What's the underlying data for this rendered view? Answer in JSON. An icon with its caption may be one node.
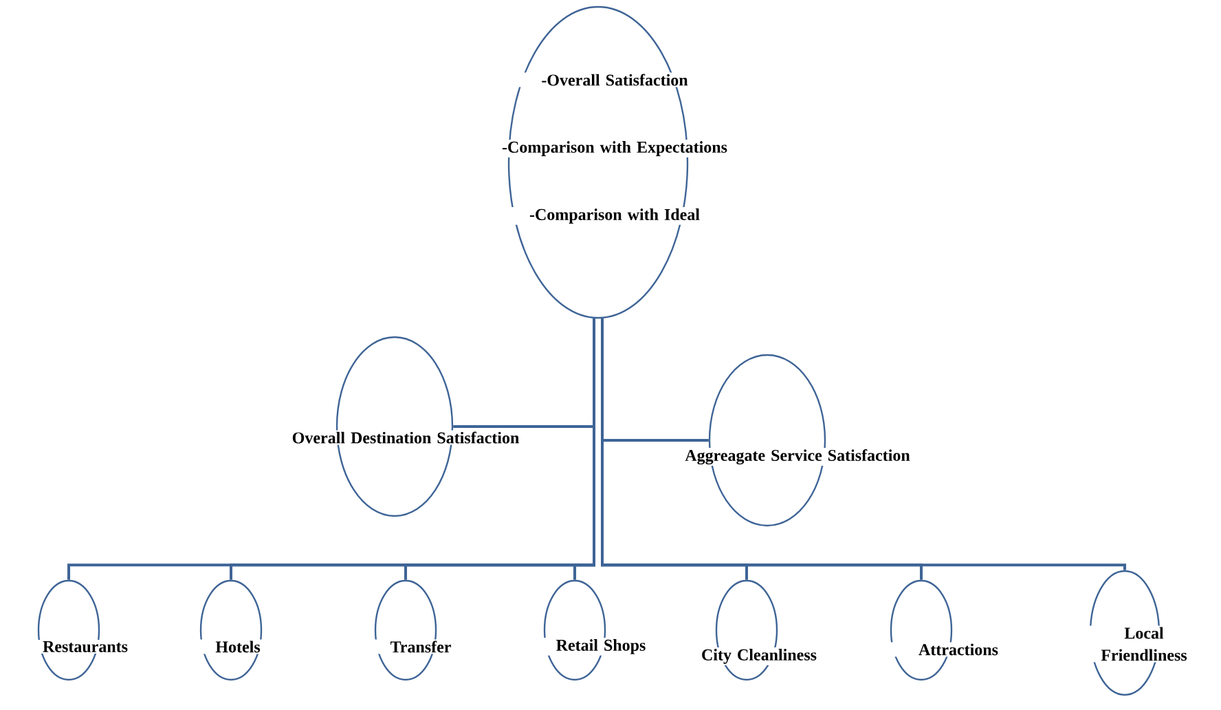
{
  "diagram": {
    "nodes": [
      {
        "text": [
          "-Overall Satisfaction",
          "-Comparison with Expectations",
          "-Comparison with Ideal"
        ]
      },
      {
        "text": [
          "Overall Destination Satisfaction"
        ]
      },
      {
        "text": [
          "Aggreagate Service Satisfaction"
        ]
      },
      {
        "text": [
          "Restaurants"
        ]
      },
      {
        "text": [
          "Hotels"
        ]
      },
      {
        "text": [
          "Transfer"
        ]
      },
      {
        "text": [
          "Retail Shops"
        ]
      },
      {
        "text": [
          "City Cleanliness"
        ]
      },
      {
        "text": [
          "Attractions"
        ]
      },
      {
        "text": [
          "Local Friendliness"
        ]
      }
    ],
    "edges": [
      {
        "from": 0,
        "to": 1,
        "arrow": "none"
      },
      {
        "from": 0,
        "to": 2,
        "arrow": "none"
      },
      {
        "from": 0,
        "to": 3,
        "arrow": "none"
      },
      {
        "from": 0,
        "to": 4,
        "arrow": "none"
      },
      {
        "from": 0,
        "to": 5,
        "arrow": "none"
      },
      {
        "from": 0,
        "to": 6,
        "arrow": "none"
      },
      {
        "from": 0,
        "to": 7,
        "arrow": "none"
      },
      {
        "from": 0,
        "to": 8,
        "arrow": "none"
      },
      {
        "from": 0,
        "to": 9,
        "arrow": "none"
      }
    ]
  }
}
